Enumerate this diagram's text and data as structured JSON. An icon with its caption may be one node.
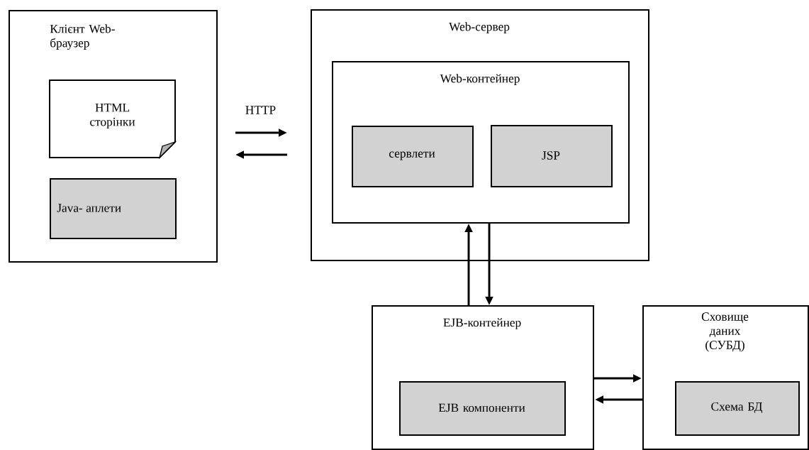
{
  "diagram": {
    "nodes": [
      {
        "text": [
          "Клієнт Web-браузер"
        ]
      },
      {
        "text": [
          "HTML сторінки"
        ],
        "in": 0
      },
      {
        "text": [
          "Java- аплети"
        ],
        "in": 0
      },
      {
        "text": [
          "Web-сервер"
        ]
      },
      {
        "text": [
          "Web-контейнер"
        ],
        "in": 3
      },
      {
        "text": [
          "сервлети"
        ],
        "in": 4
      },
      {
        "text": [
          "JSP"
        ],
        "in": 4
      },
      {
        "text": [
          "EJB-контейнер"
        ]
      },
      {
        "text": [
          "EJB компоненти"
        ],
        "in": 7
      },
      {
        "text": [
          "Сховище даних (СУБД)"
        ]
      },
      {
        "text": [
          "Схема БД"
        ],
        "in": 9
      }
    ],
    "edges": [
      {
        "from": 0,
        "to": 3,
        "arrow": "to",
        "label": "HTTP"
      },
      {
        "from": 3,
        "to": 0,
        "arrow": "to"
      },
      {
        "from": 7,
        "to": 4,
        "arrow": "to"
      },
      {
        "from": 4,
        "to": 7,
        "arrow": "to"
      },
      {
        "from": 7,
        "to": 9,
        "arrow": "to"
      },
      {
        "from": 9,
        "to": 7,
        "arrow": "to"
      }
    ]
  }
}
